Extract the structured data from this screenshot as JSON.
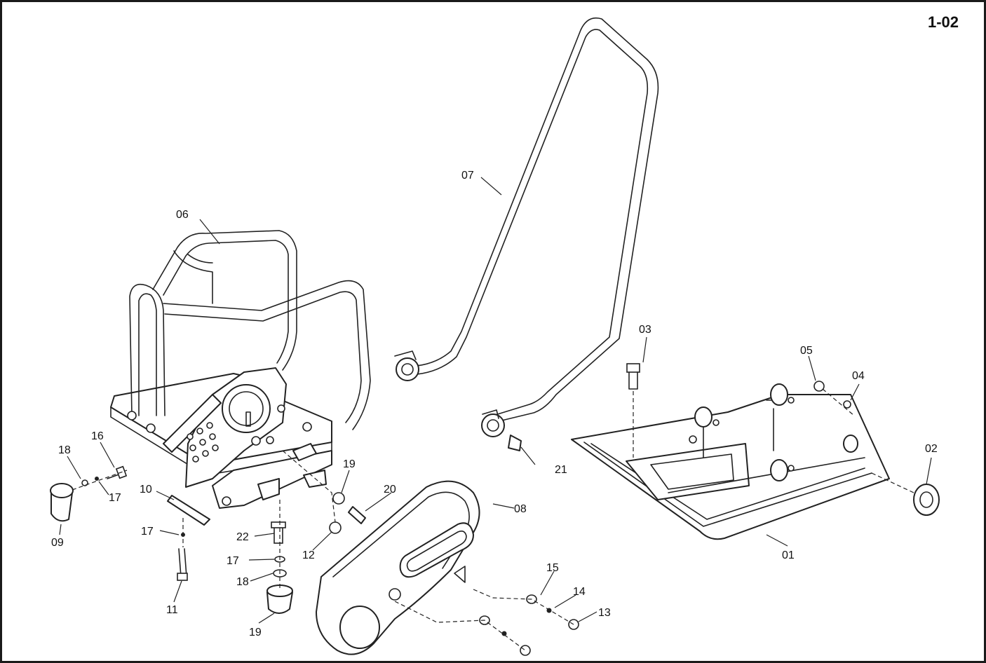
{
  "page_number": "1-02",
  "callouts": {
    "c01": "01",
    "c02": "02",
    "c03": "03",
    "c04": "04",
    "c05": "05",
    "c06": "06",
    "c07": "07",
    "c08": "08",
    "c09": "09",
    "c10": "10",
    "c11": "11",
    "c12": "12",
    "c13": "13",
    "c14": "14",
    "c15": "15",
    "c16": "16",
    "c17a": "17",
    "c17b": "17",
    "c17c": "17",
    "c18a": "18",
    "c18b": "18",
    "c19a": "19",
    "c19b": "19",
    "c20": "20",
    "c21": "21",
    "c22": "22"
  }
}
